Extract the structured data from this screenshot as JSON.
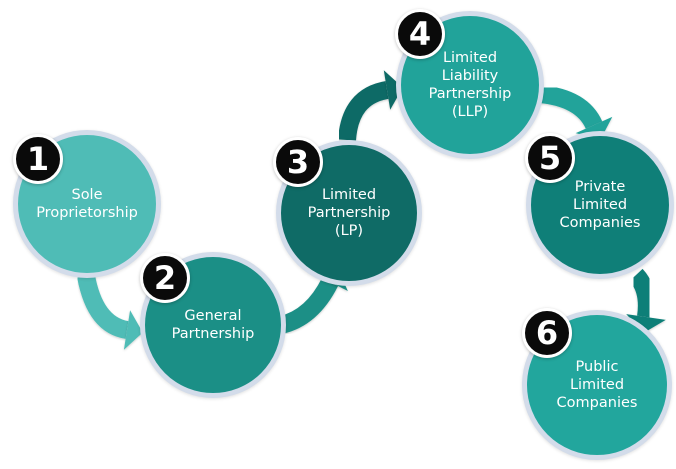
{
  "steps": [
    {
      "number": "1",
      "label": "Sole\nProprietorship",
      "color": "#4fbcb6"
    },
    {
      "number": "2",
      "label": "General\nPartnership",
      "color": "#1b8f86"
    },
    {
      "number": "3",
      "label": "Limited\nPartnership\n(LP)",
      "color": "#0f6b66"
    },
    {
      "number": "4",
      "label": "Limited\nLiability\nPartnership\n(LLP)",
      "color": "#21a39a"
    },
    {
      "number": "5",
      "label": "Private\nLimited\nCompanies",
      "color": "#0f7f78"
    },
    {
      "number": "6",
      "label": "Public\nLimited\nCompanies",
      "color": "#22a69d"
    }
  ],
  "arrows": [
    {
      "from": "1",
      "to": "2",
      "color": "#4fbcb6"
    },
    {
      "from": "2",
      "to": "3",
      "color": "#1b8f86"
    },
    {
      "from": "3",
      "to": "4",
      "color": "#0f6b66"
    },
    {
      "from": "4",
      "to": "5",
      "color": "#21a39a"
    },
    {
      "from": "5",
      "to": "6",
      "color": "#0f7f78"
    }
  ]
}
